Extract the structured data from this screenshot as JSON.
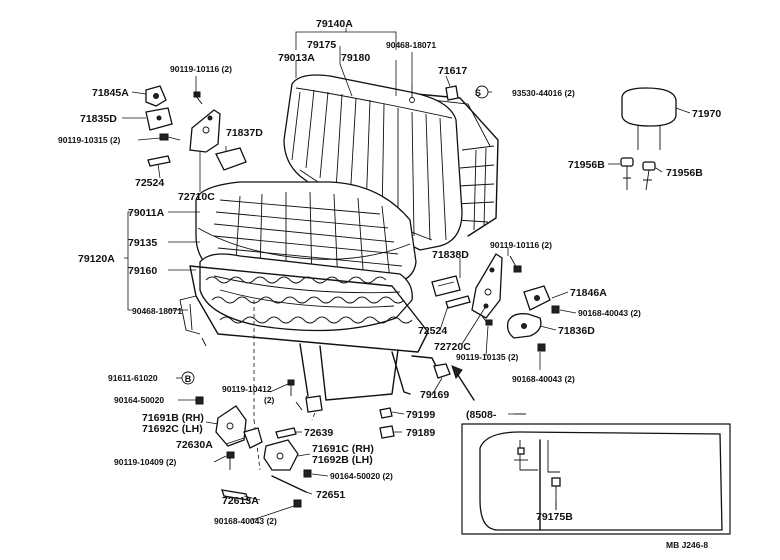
{
  "labels": {
    "p79140A": "79140A",
    "p79175": "79175",
    "p79013A": "79013A",
    "p79180": "79180",
    "p90468_18071_top": "90468-18071",
    "p90119_10116_top": "90119-10116 (2)",
    "p71845A": "71845A",
    "p71835D": "71835D",
    "p90119_10315": "90119-10315 (2)",
    "p71837D": "71837D",
    "p72524_top": "72524",
    "p72710C": "72710C",
    "p71617": "71617",
    "p93530": "93530-44016 (2)",
    "s_mark": "S",
    "p71970": "71970",
    "p71956B_left": "71956B",
    "p71956B_right": "71956B",
    "p79011A": "79011A",
    "p79135": "79135",
    "p79120A": "79120A",
    "p79160": "79160",
    "p90468_18071_low": "90468-18071",
    "p90119_10116_mid": "90119-10116 (2)",
    "p71838D": "71838D",
    "p71846A": "71846A",
    "p90168_40043_r1": "90168-40043 (2)",
    "p71836D": "71836D",
    "p72524_mid": "72524",
    "p72720C": "72720C",
    "p90119_10135": "90119-10135 (2)",
    "p90168_40043_r2": "90168-40043 (2)",
    "p91611": "91611-61020",
    "b_mark": "B",
    "p90164_50020_l": "90164-50020",
    "p90119_10412": "90119-10412",
    "p90119_10412_qty": "(2)",
    "p79169": "79169",
    "p79199": "79199",
    "p79189": "79189",
    "p71691B": "71691B (RH)",
    "p71692C": "71692C (LH)",
    "p72639": "72639",
    "p72630A": "72630A",
    "p71691C": "71691C (RH)",
    "p71692B": "71692B (LH)",
    "p90119_10409": "90119-10409 (2)",
    "p90164_50020_r": "90164-50020 (2)",
    "p72613A": "72613A",
    "p72651": "72651",
    "p90168_40043_bot": "90168-40043 (2)",
    "inset_code": "(8508-",
    "p79175B": "79175B",
    "footer": "MB  J246-8"
  }
}
